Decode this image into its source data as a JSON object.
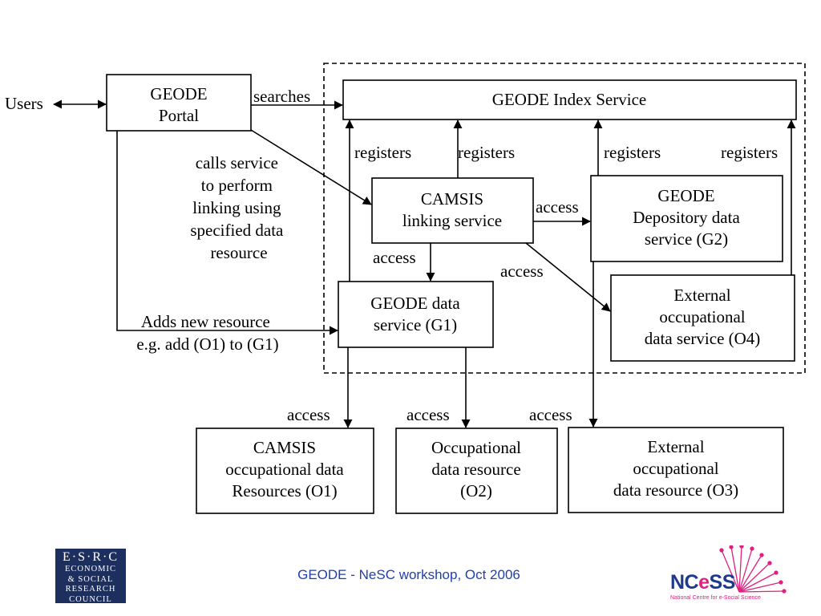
{
  "users_label": "Users",
  "nodes": {
    "portal": [
      "GEODE",
      "Portal"
    ],
    "index_service": [
      "GEODE Index Service"
    ],
    "camsis_linking": [
      "CAMSIS",
      "linking service"
    ],
    "depository": [
      "GEODE",
      "Depository data",
      "service (G2)"
    ],
    "external_service": [
      "External",
      "occupational",
      "data service (O4)"
    ],
    "data_service_g1": [
      "GEODE data",
      "service (G1)"
    ],
    "camsis_resources": [
      "CAMSIS",
      "occupational data",
      "Resources (O1)"
    ],
    "occupational_resource": [
      "Occupational",
      "data resource",
      "(O2)"
    ],
    "external_resource": [
      "External",
      "occupational",
      "data resource (O3)"
    ]
  },
  "edge_labels": {
    "searches": "searches",
    "registers": "registers",
    "access": "access",
    "calls_service": [
      "calls service",
      "to perform",
      "linking using",
      "specified data",
      "resource"
    ],
    "adds_resource": [
      "Adds new resource",
      "e.g. add (O1) to (G1)"
    ]
  },
  "footer": {
    "text": "GEODE -  NeSC workshop, Oct 2006",
    "esrc_logo_line1": "E·S·R·C",
    "esrc_logo_line2": [
      "ECONOMIC",
      "& SOCIAL",
      "RESEARCH",
      "COUNCIL"
    ],
    "ncess_logo_word_a": "NC",
    "ncess_logo_word_b": "e",
    "ncess_logo_word_c": "SS",
    "ncess_logo_tagline": "National Centre for e-Social Science"
  },
  "colors": {
    "footer_text": "#1f3fae",
    "esrc_bg": "#1d2f5e",
    "ncess_blue": "#1e3a8f",
    "ncess_pink": "#e0207f"
  }
}
